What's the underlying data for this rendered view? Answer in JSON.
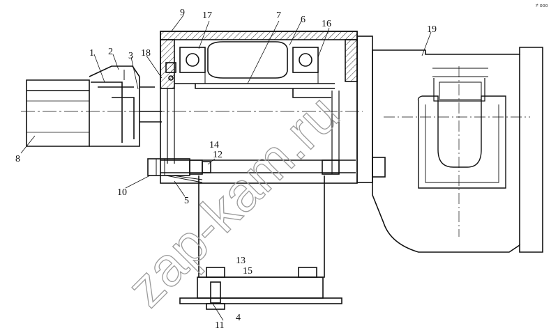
{
  "drawing": {
    "labels": [
      "1",
      "2",
      "3",
      "4",
      "5",
      "6",
      "7",
      "8",
      "9",
      "10",
      "11",
      "12",
      "13",
      "14",
      "15",
      "16",
      "17",
      "18",
      "19"
    ]
  },
  "watermark": {
    "text": "zap-kam.ru"
  },
  "corner_mark": {
    "text": "≠ ooo"
  }
}
